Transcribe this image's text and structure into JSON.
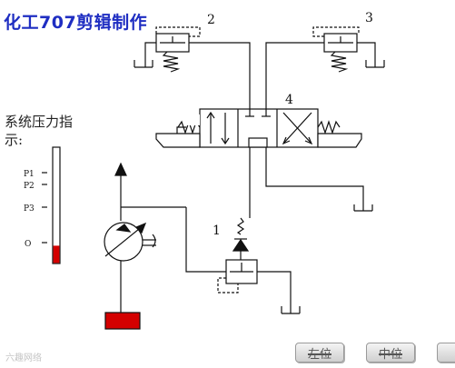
{
  "title": "化工707剪辑制作",
  "pressure_label": "系统压力指示:",
  "gauge_ticks": [
    "P1",
    "P2",
    "P3",
    "O"
  ],
  "component_labels": [
    "1",
    "2",
    "3",
    "4"
  ],
  "buttons": {
    "left": "左位",
    "middle": "中位",
    "right": ""
  },
  "watermark": "六趣网络",
  "colors": {
    "title": "#1f2ec2",
    "fluid": "#d40000",
    "line": "#111111"
  },
  "gauge": {
    "level_fraction": 0.15
  }
}
